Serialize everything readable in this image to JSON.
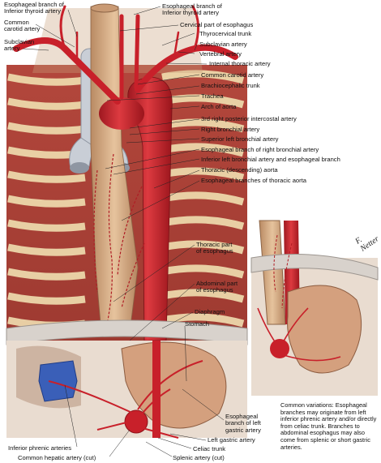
{
  "labels_left": [
    {
      "key": "esophageal_branch_inferior_thyroid_left",
      "lines": [
        "Esophageal branch of",
        "Inferior thyroid artery"
      ]
    },
    {
      "key": "common_carotid_left",
      "lines": [
        "Common",
        "carotid artery"
      ]
    },
    {
      "key": "subclavian_left",
      "lines": [
        "Subclavian",
        "artery"
      ]
    }
  ],
  "labels_right": [
    {
      "key": "esophageal_branch_inferior_thyroid_right",
      "lines": [
        "Esophageal branch of",
        "Inferior thyroid artery"
      ]
    },
    {
      "key": "cervical_esophagus",
      "lines": [
        "Cervical part of esophagus"
      ]
    },
    {
      "key": "thyrocervical_trunk",
      "lines": [
        "Thyrocervical trunk"
      ]
    },
    {
      "key": "subclavian_right",
      "lines": [
        "Subclavian artery"
      ]
    },
    {
      "key": "vertebral",
      "lines": [
        "Vertebral artery"
      ]
    },
    {
      "key": "internal_thoracic",
      "lines": [
        "Internal thoracic artery"
      ]
    },
    {
      "key": "common_carotid_right",
      "lines": [
        "Common carotid artery"
      ]
    },
    {
      "key": "brachiocephalic",
      "lines": [
        "Brachiocephalic trunk"
      ]
    },
    {
      "key": "trachea",
      "lines": [
        "Trachea"
      ]
    },
    {
      "key": "arch_aorta",
      "lines": [
        "Arch of aorta"
      ]
    },
    {
      "key": "third_intercostal",
      "lines": [
        "3rd right posterior intercostal artery"
      ]
    },
    {
      "key": "right_bronchial",
      "lines": [
        "Right bronchial artery"
      ]
    },
    {
      "key": "superior_left_bronchial",
      "lines": [
        "Superior left bronchial artery"
      ]
    },
    {
      "key": "esophageal_branch_right_bronchial",
      "lines": [
        "Esophageal branch of right bronchial artery"
      ]
    },
    {
      "key": "inferior_left_bronchial",
      "lines": [
        "Inferior left bronchial artery and esophageal branch"
      ]
    },
    {
      "key": "thoracic_aorta",
      "lines": [
        "Thoracic (descending) aorta"
      ]
    },
    {
      "key": "esophageal_branches_thoracic",
      "lines": [
        "Esophageal branches of thoracic aorta"
      ]
    }
  ],
  "labels_center": [
    {
      "key": "thoracic_esophagus",
      "lines": [
        "Thoracic part",
        "of esophagus"
      ]
    },
    {
      "key": "abdominal_esophagus",
      "lines": [
        "Abdominal part",
        "of esophagus"
      ]
    },
    {
      "key": "diaphragm",
      "lines": [
        "Diaphragm"
      ]
    },
    {
      "key": "stomach",
      "lines": [
        "Stomach"
      ]
    },
    {
      "key": "esophageal_branch_left_gastric",
      "lines": [
        "Esophageal",
        "branch of left",
        "gastric artery"
      ]
    },
    {
      "key": "left_gastric",
      "lines": [
        "Left gastric artery"
      ]
    },
    {
      "key": "celiac_trunk",
      "lines": [
        "Celiac trunk"
      ]
    },
    {
      "key": "splenic",
      "lines": [
        "Splenic artery (cut)"
      ]
    },
    {
      "key": "common_hepatic",
      "lines": [
        "Common hepatic artery (cut)"
      ]
    },
    {
      "key": "inferior_phrenic",
      "lines": [
        "Inferior phrenic arteries"
      ]
    }
  ],
  "note": "Common variations: Esophageal branches may originate from left inferior phrenic artery and/or directly from celiac trunk. Branches to abdominal esophagus may also come from splenic or short gastric arteries.",
  "signature": "F. Netter",
  "colors": {
    "artery": "#c8202a",
    "artery_dark": "#8e1219",
    "esophagus": "#d9b08a",
    "muscle": "#b5443a",
    "rib": "#f0dfb0",
    "vein": "#3a5fb8",
    "trachea": "#c9ced6",
    "diaphragm": "#d8d2cc"
  }
}
